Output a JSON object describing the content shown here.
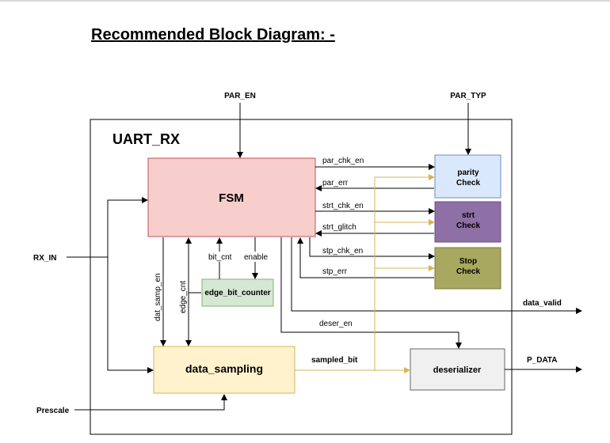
{
  "heading": "Recommended Block Diagram: -",
  "container_label": "UART_RX",
  "blocks": {
    "fsm": "FSM",
    "parity": [
      "parity",
      "Check"
    ],
    "strt": [
      "strt",
      "Check"
    ],
    "stop": [
      "Stop",
      "Check"
    ],
    "edge_bit_counter": "edge_bit_counter",
    "data_sampling": "data_sampling",
    "deserializer": "deserializer"
  },
  "signals": {
    "par_en": "PAR_EN",
    "par_typ": "PAR_TYP",
    "rx_in": "RX_IN",
    "prescale": "Prescale",
    "par_chk_en": "par_chk_en",
    "par_err": "par_err",
    "strt_chk_en": "strt_chk_en",
    "strt_glitch": "strt_glitch",
    "stp_chk_en": "stp_chk_en",
    "stp_err": "stp_err",
    "data_valid": "data_valid",
    "deser_en": "deser_en",
    "sampled_bit": "sampled_bit",
    "p_data": "P_DATA",
    "bit_cnt": "bit_cnt",
    "enable": "enable",
    "dat_samp_en": "dat_samp_en",
    "edge_cnt": "edge_cnt"
  },
  "colors": {
    "fsm": "#f8cecc",
    "parity": "#dae8fc",
    "strt": "#8e6fa6",
    "stop": "#a8a860",
    "edge_bit_counter": "#d5e8d4",
    "data_sampling": "#fff2cc",
    "deserializer": "#f0f0f0",
    "sampled_bit_wire": "#d6b656"
  }
}
